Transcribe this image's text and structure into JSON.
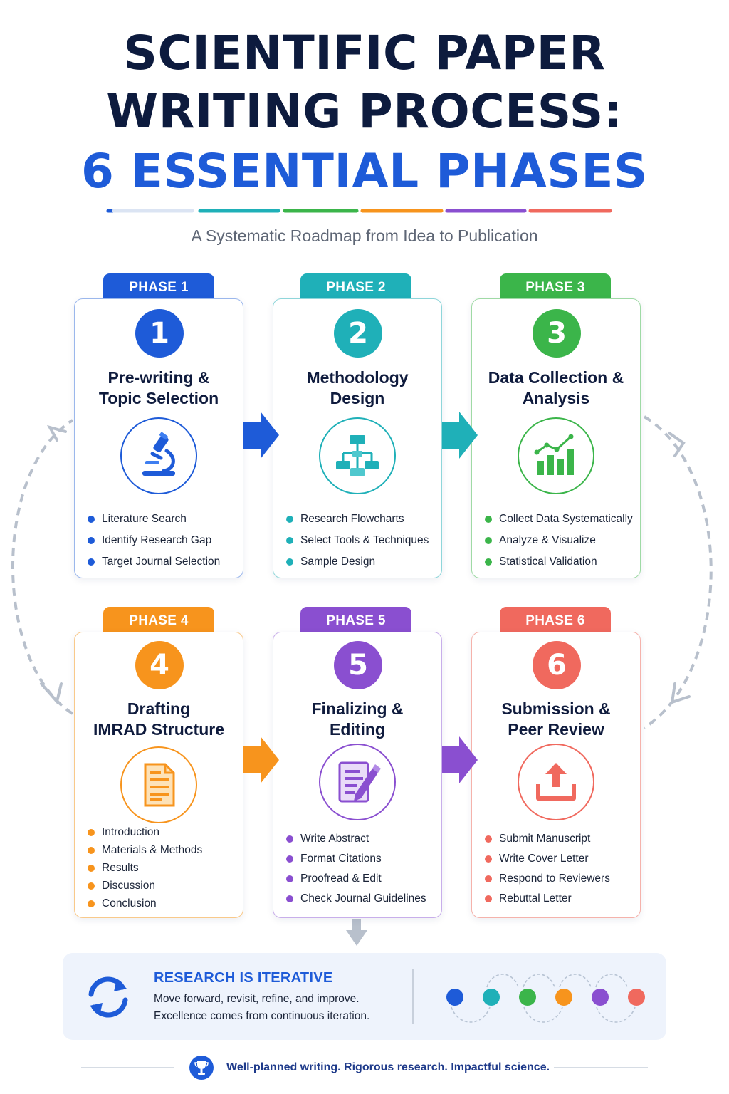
{
  "header": {
    "title_line1": "SCIENTIFIC PAPER",
    "title_line2": "WRITING PROCESS:",
    "title_line3": "6 ESSENTIAL PHASES",
    "subtitle": "A Systematic Roadmap from Idea to Publication"
  },
  "colors": {
    "navy": "#0d1b3e",
    "blue": "#1e5bd8",
    "teal": "#1fb0b8",
    "green": "#3bb54a",
    "orange": "#f7941d",
    "purple": "#8a4fd0",
    "coral": "#f0695e",
    "gray": "#b8c0cc"
  },
  "phases": [
    {
      "tab": "PHASE 1",
      "number": "1",
      "title_line1": "Pre-writing &",
      "title_line2": "Topic Selection",
      "icon": "microscope-icon",
      "color": "#1e5bd8",
      "bullets": [
        "Literature Search",
        "Identify Research Gap",
        "Target Journal Selection"
      ]
    },
    {
      "tab": "PHASE 2",
      "number": "2",
      "title_line1": "Methodology",
      "title_line2": "Design",
      "icon": "flowchart-icon",
      "color": "#1fb0b8",
      "bullets": [
        "Research Flowcharts",
        "Select Tools & Techniques",
        "Sample Design"
      ]
    },
    {
      "tab": "PHASE 3",
      "number": "3",
      "title_line1": "Data Collection &",
      "title_line2": "Analysis",
      "icon": "bar-chart-icon",
      "color": "#3bb54a",
      "bullets": [
        "Collect Data Systematically",
        "Analyze & Visualize",
        "Statistical Validation"
      ]
    },
    {
      "tab": "PHASE 4",
      "number": "4",
      "title_line1": "Drafting",
      "title_line2": "IMRAD Structure",
      "icon": "document-icon",
      "color": "#f7941d",
      "bullets": [
        "Introduction",
        "Materials & Methods",
        "Results",
        "Discussion",
        "Conclusion"
      ]
    },
    {
      "tab": "PHASE 5",
      "number": "5",
      "title_line1": "Finalizing &",
      "title_line2": "Editing",
      "icon": "edit-document-icon",
      "color": "#8a4fd0",
      "bullets": [
        "Write Abstract",
        "Format Citations",
        "Proofread & Edit",
        "Check Journal Guidelines"
      ]
    },
    {
      "tab": "PHASE 6",
      "number": "6",
      "title_line1": "Submission &",
      "title_line2": "Peer Review",
      "icon": "upload-icon",
      "color": "#f0695e",
      "bullets": [
        "Submit Manuscript",
        "Write Cover Letter",
        "Respond to Reviewers",
        "Rebuttal Letter"
      ]
    }
  ],
  "iteration": {
    "title": "RESEARCH IS ITERATIVE",
    "line1": "Move forward, revisit, refine, and improve.",
    "line2": "Excellence comes from continuous iteration.",
    "icon": "refresh-cycle-icon"
  },
  "footer": {
    "text": "Well-planned writing. Rigorous research. Impactful science.",
    "icon": "trophy-icon"
  }
}
